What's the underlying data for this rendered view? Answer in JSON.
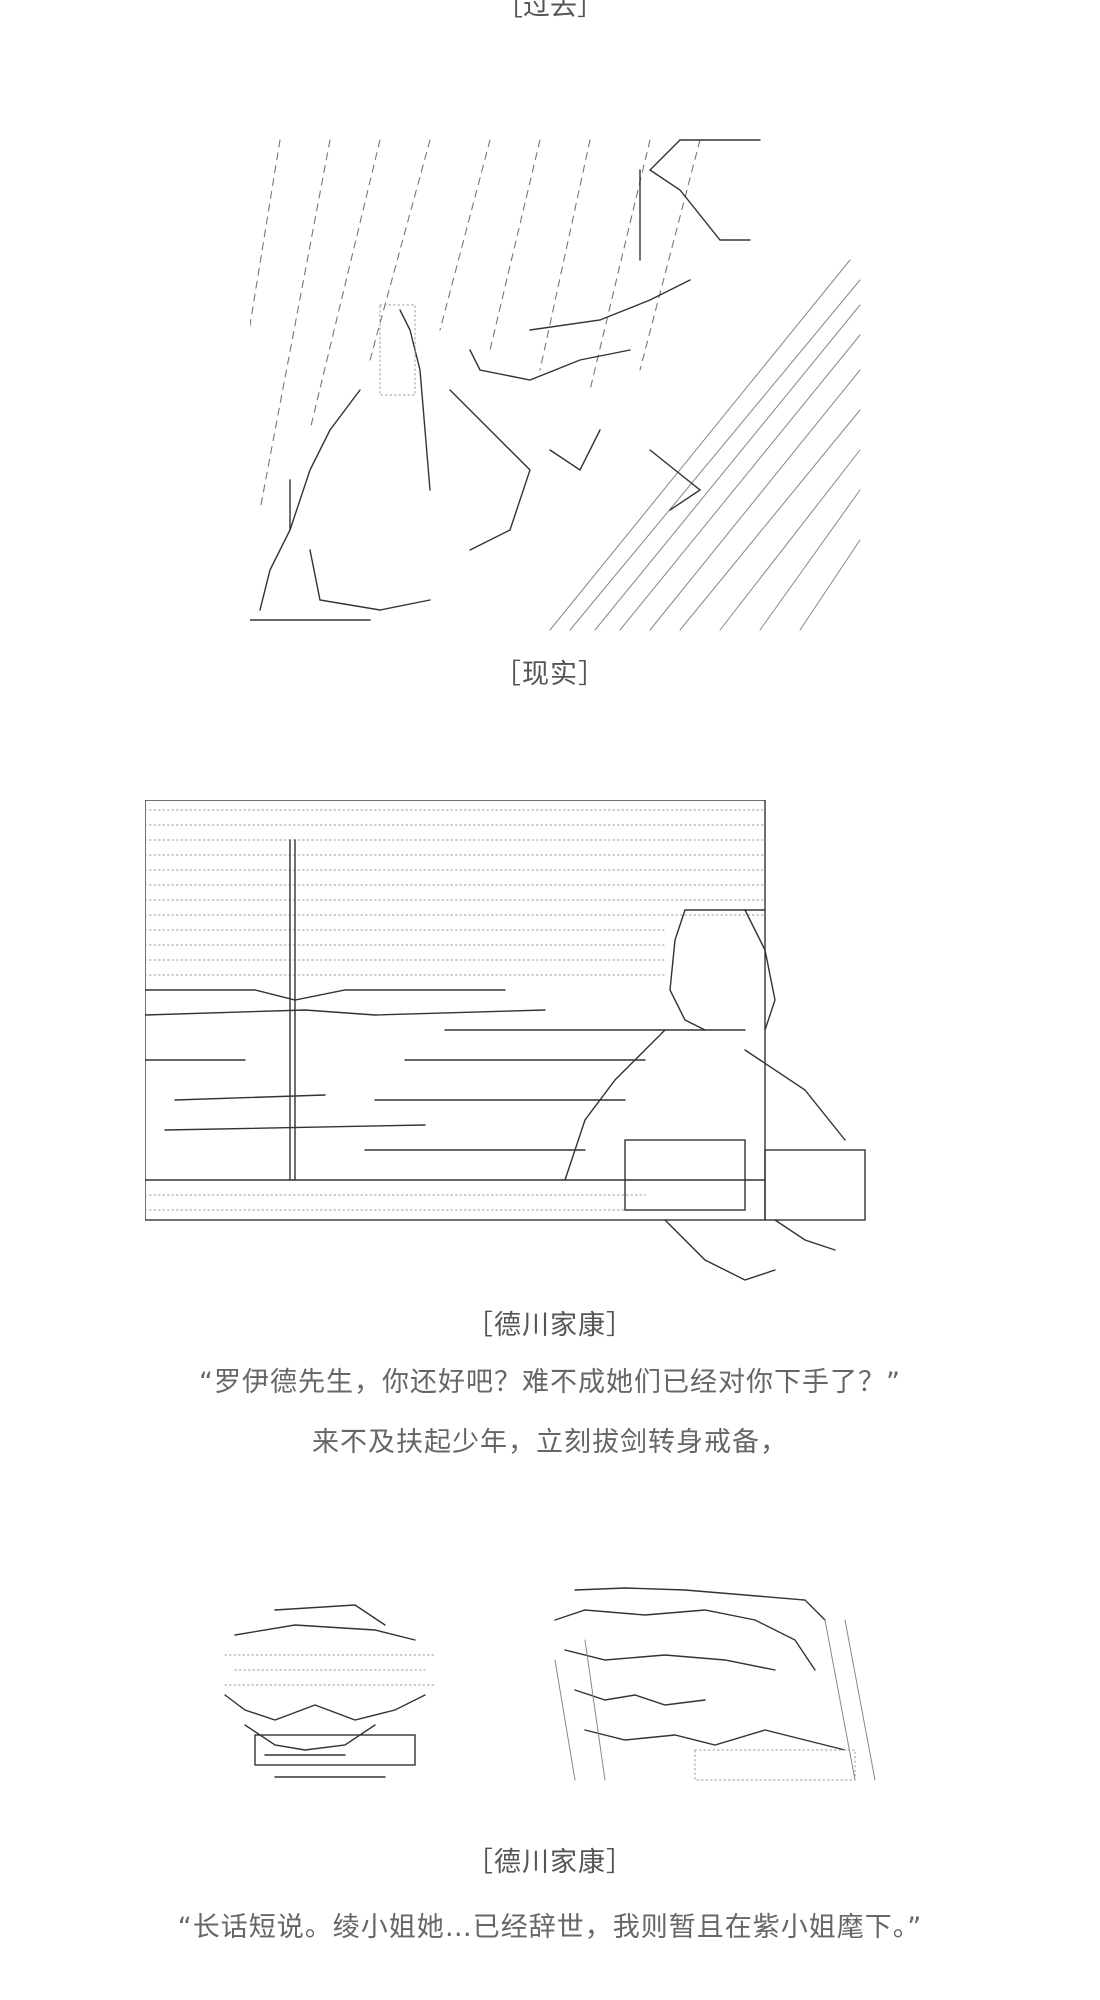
{
  "top_label": "［过去］",
  "panel1": {
    "label": "［现实］"
  },
  "panel2": {
    "label": "［德川家康］",
    "line1": "“罗伊德先生，你还好吧？难不成她们已经对你下手了？”",
    "line2": "来不及扶起少年，立刻拔剑转身戒备，"
  },
  "panel3": {
    "label": "［德川家康］",
    "line1": "“长话短说。绫小姐她…已经辞世，我则暂且在紫小姐麾下。”"
  }
}
